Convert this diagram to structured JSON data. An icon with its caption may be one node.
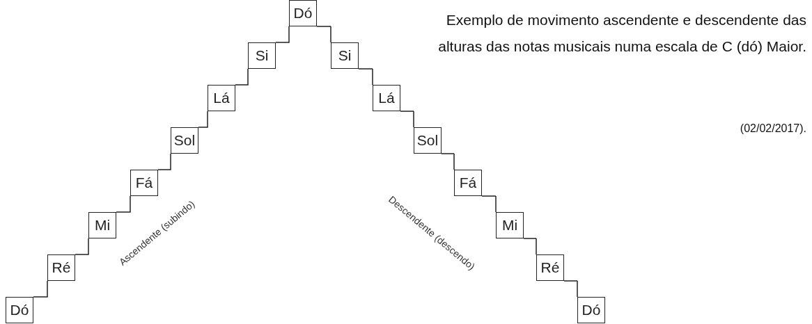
{
  "diagram": {
    "caption": "Exemplo de movimento ascendente e descendente das alturas das notas musicais numa escala de C (dó) Maior.",
    "nodes": [
      {
        "text": [
          "Dó"
        ]
      },
      {
        "text": [
          "Ré"
        ]
      },
      {
        "text": [
          "Mi"
        ]
      },
      {
        "text": [
          "Fá"
        ]
      },
      {
        "text": [
          "Sol"
        ]
      },
      {
        "text": [
          "Lá"
        ]
      },
      {
        "text": [
          "Si"
        ]
      },
      {
        "text": [
          "Dó"
        ]
      },
      {
        "text": [
          "Si"
        ]
      },
      {
        "text": [
          "Lá"
        ]
      },
      {
        "text": [
          "Sol"
        ]
      },
      {
        "text": [
          "Fá"
        ]
      },
      {
        "text": [
          "Mi"
        ]
      },
      {
        "text": [
          "Ré"
        ]
      },
      {
        "text": [
          "Dó"
        ]
      }
    ],
    "labels": [
      "Ascendente (subindo)",
      "Descendente (descendo)",
      "(02/02/2017)."
    ]
  }
}
